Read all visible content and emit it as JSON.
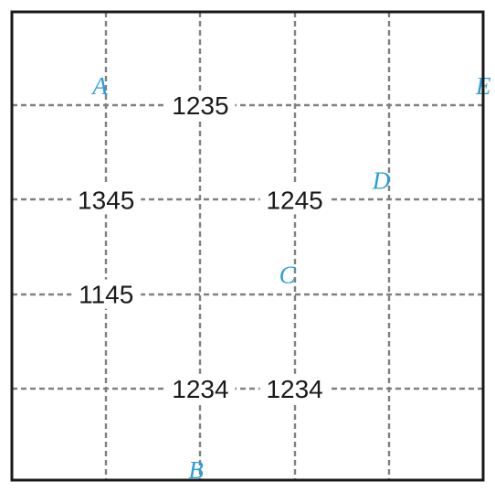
{
  "colors": {
    "frame": "#1a1a1a",
    "grid_line": "#808080",
    "number_text": "#1a1a1a",
    "point_label": "#2b9fd9",
    "background": "#ffffff"
  },
  "grid": {
    "columns": 5,
    "rows": 5,
    "line_style": "dashed"
  },
  "numbers": [
    {
      "text": "1235",
      "column_line": 2,
      "row_line": 1
    },
    {
      "text": "1345",
      "column_line": 1,
      "row_line": 2
    },
    {
      "text": "1245",
      "column_line": 3,
      "row_line": 2
    },
    {
      "text": "1145",
      "column_line": 1,
      "row_line": 3
    },
    {
      "text": "1234",
      "column_line": 2,
      "row_line": 4
    },
    {
      "text": "1234",
      "column_line": 3,
      "row_line": 4
    }
  ],
  "points": [
    {
      "label": "A",
      "column_line": 1,
      "row_line": 1
    },
    {
      "label": "B",
      "column_line": 2,
      "row_line": 5
    },
    {
      "label": "C",
      "column_line": 3,
      "row_line": 3
    },
    {
      "label": "D",
      "column_line": 4,
      "row_line": 2
    },
    {
      "label": "E",
      "column_line": 5,
      "row_line": 1
    }
  ]
}
